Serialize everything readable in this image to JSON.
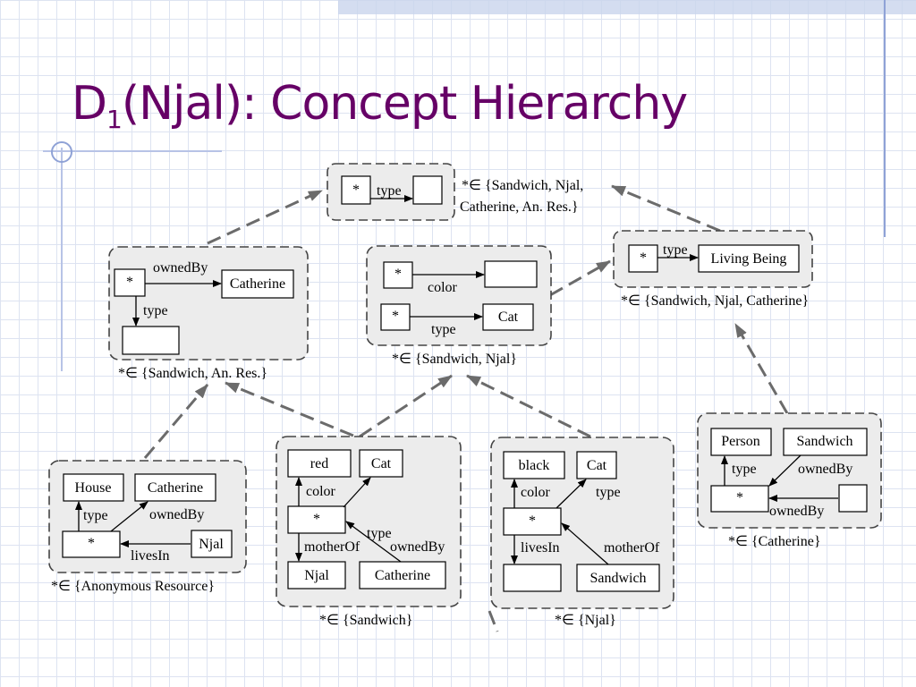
{
  "slide": {
    "title_main": "D",
    "title_sub": "1",
    "title_rest": "(Njal):  Concept Hierarchy"
  },
  "diagram": {
    "top": {
      "star": "*",
      "type": "type",
      "caption1": "*∈ {Sandwich, Njal,",
      "caption2": "Catherine, An. Res.}"
    },
    "left": {
      "star": "*",
      "ownedBy": "ownedBy",
      "catherine": "Catherine",
      "type": "type",
      "caption": "*∈ {Sandwich, An. Res.}"
    },
    "mid": {
      "star1": "*",
      "color": "color",
      "star2": "*",
      "type": "type",
      "cat": "Cat",
      "caption": "*∈ {Sandwich, Njal}"
    },
    "living": {
      "star": "*",
      "type": "type",
      "living_being": "Living Being",
      "caption": "*∈ {Sandwich, Njal, Catherine}"
    },
    "anon": {
      "house": "House",
      "catherine": "Catherine",
      "type": "type",
      "ownedBy": "ownedBy",
      "star": "*",
      "njal": "Njal",
      "livesIn": "livesIn",
      "caption": "*∈ {Anonymous Resource}"
    },
    "sandwich": {
      "red": "red",
      "cat": "Cat",
      "color": "color",
      "star": "*",
      "type": "type",
      "motherOf": "motherOf",
      "ownedBy": "ownedBy",
      "njal": "Njal",
      "catherine": "Catherine",
      "caption": "*∈ {Sandwich}"
    },
    "njal": {
      "black": "black",
      "cat": "Cat",
      "color": "color",
      "type": "type",
      "star": "*",
      "livesIn": "livesIn",
      "motherOf": "motherOf",
      "sandwich": "Sandwich",
      "caption": "*∈ {Njal}"
    },
    "catherine": {
      "person": "Person",
      "sandwich": "Sandwich",
      "type": "type",
      "ownedBy1": "ownedBy",
      "star": "*",
      "ownedBy2": "ownedBy",
      "caption": "*∈ {Catherine}"
    }
  }
}
